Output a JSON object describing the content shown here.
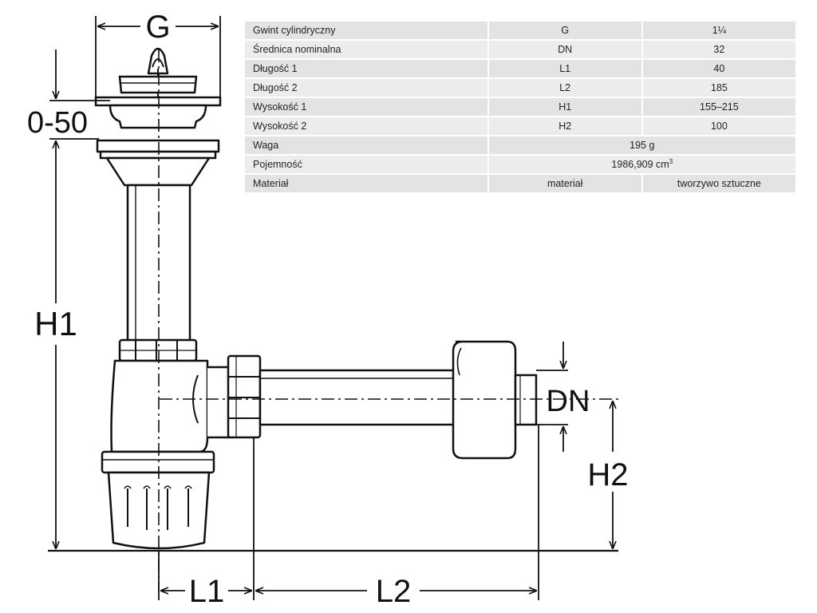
{
  "drawing": {
    "labels": {
      "g": "G",
      "range": "0-50",
      "h1": "H1",
      "dn": "DN",
      "h2": "H2",
      "l1": "L1",
      "l2": "L2"
    }
  },
  "spec_table": {
    "rows": [
      {
        "name": "Gwint cylindryczny",
        "symbol": "G",
        "value": "1¼"
      },
      {
        "name": "Średnica nominalna",
        "symbol": "DN",
        "value": "32"
      },
      {
        "name": "Długość 1",
        "symbol": "L1",
        "value": "40"
      },
      {
        "name": "Długość 2",
        "symbol": "L2",
        "value": "185"
      },
      {
        "name": "Wysokość 1",
        "symbol": "H1",
        "value": "155–215"
      },
      {
        "name": "Wysokość 2",
        "symbol": "H2",
        "value": "100"
      }
    ],
    "waga": {
      "name": "Waga",
      "value": "195 g"
    },
    "pojemnosc": {
      "name": "Pojemność",
      "value": "1986,909 cm",
      "unit_sup": "3"
    },
    "material": {
      "name": "Materiał",
      "symbol": "materiał",
      "value": "tworzywo sztuczne"
    }
  }
}
